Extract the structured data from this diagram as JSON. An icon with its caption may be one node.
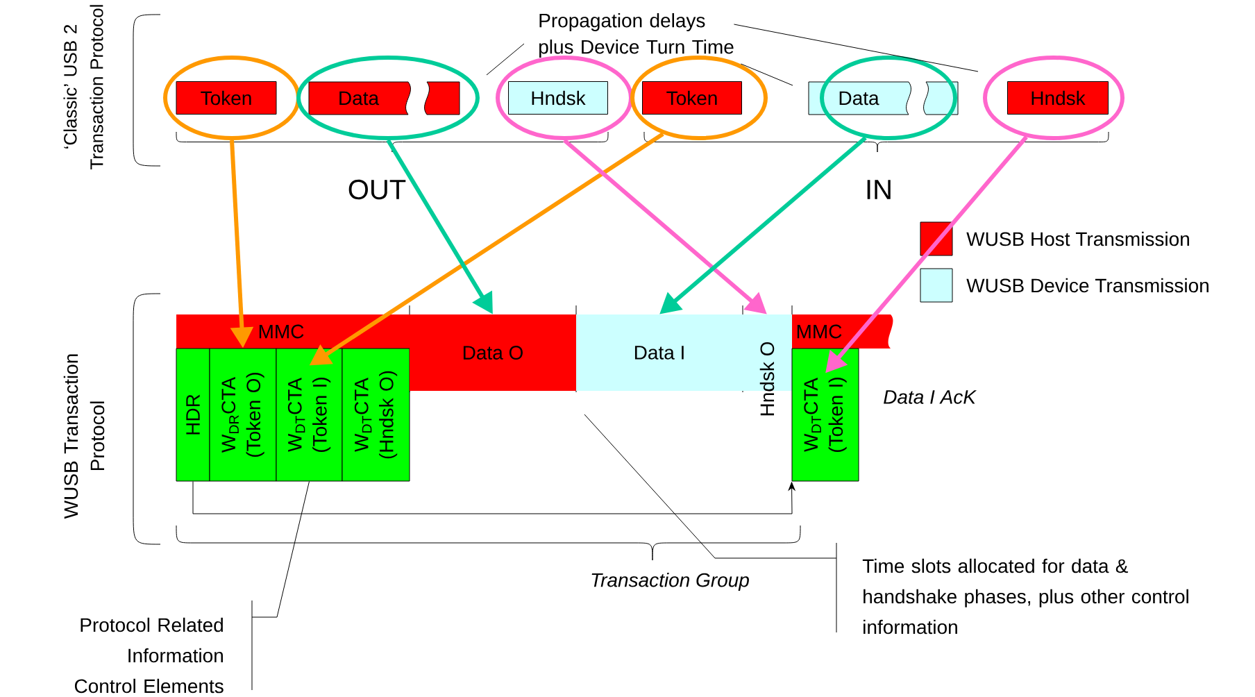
{
  "diagram": {
    "nodes": [
      {
        "text": [],
        "shape": "ellipse"
      },
      {
        "text": [
          "Token"
        ],
        "in": 0
      },
      {
        "text": [],
        "shape": "ellipse"
      },
      {
        "text": [
          "Data"
        ],
        "in": 2
      },
      {
        "text": [],
        "shape": "ellipse"
      },
      {
        "text": [
          "Hndsk"
        ],
        "in": 4
      },
      {
        "text": [],
        "shape": "ellipse"
      },
      {
        "text": [
          "Token"
        ],
        "in": 6
      },
      {
        "text": [],
        "shape": "ellipse"
      },
      {
        "text": [
          "Data"
        ],
        "in": 8
      },
      {
        "text": [],
        "shape": "ellipse"
      },
      {
        "text": [
          "Hndsk"
        ],
        "in": 10
      },
      {
        "text": [
          "Propagation delays plus Device Turn Time"
        ]
      },
      {
        "text": [
          "MMC"
        ]
      },
      {
        "text": [
          "HDR"
        ]
      },
      {
        "text": [
          "W$_{DR}$CTA (Token O)"
        ]
      },
      {
        "text": [
          "W$_{DT}$CTA (Token I)"
        ]
      },
      {
        "text": [
          "W$_{DT}$CTA (Hndsk O)"
        ]
      },
      {
        "text": [
          "Data O"
        ]
      },
      {
        "text": [
          "Data I"
        ]
      },
      {
        "text": [
          "Hndsk O"
        ]
      },
      {
        "text": [
          "MMC"
        ]
      },
      {
        "text": [
          "W$_{DT}$CTA (Token I)"
        ]
      },
      {
        "text": [
          "Protocol Related Information Control Elements"
        ]
      },
      {
        "text": [
          "Time slots allocated for data & handshake phases, plus other control information"
        ]
      }
    ],
    "edges": [
      {
        "from": 0,
        "to": 15,
        "arrow": "to",
        "style": "thick",
        "color": "#ff9900"
      },
      {
        "from": 6,
        "to": 16,
        "arrow": "to",
        "style": "thick",
        "color": "#ff9900"
      },
      {
        "from": 2,
        "to": 18,
        "arrow": "to",
        "style": "thick",
        "color": "#00cc99"
      },
      {
        "from": 4,
        "to": 20,
        "arrow": "to",
        "style": "thick",
        "color": "#ff66cc"
      },
      {
        "from": 8,
        "to": 19,
        "arrow": "to",
        "style": "thick",
        "color": "#00cc99"
      },
      {
        "from": 10,
        "to": 22,
        "arrow": "to",
        "style": "thick",
        "color": "#ff66cc"
      },
      {
        "from": 14,
        "to": 22,
        "arrow": "to"
      },
      {
        "from": 12,
        "to": null,
        "arrow": "none"
      },
      {
        "from": 12,
        "to": null,
        "arrow": "none"
      },
      {
        "from": 12,
        "to": null,
        "arrow": "none"
      },
      {
        "from": 23,
        "to": 16,
        "arrow": "none"
      },
      {
        "from": 24,
        "to": null,
        "arrow": "none"
      }
    ],
    "labels": [
      "‘Classic’ USB 2 Transaction Protocol",
      "OUT",
      "IN",
      "WUSB Transaction Protocol",
      "Data I AcK",
      "Transaction Group"
    ],
    "legend": [
      {
        "text": "WUSB Host Transmission",
        "color": "#ff0000"
      },
      {
        "text": "WUSB Device Transmission",
        "color": "#ccffff"
      }
    ]
  }
}
